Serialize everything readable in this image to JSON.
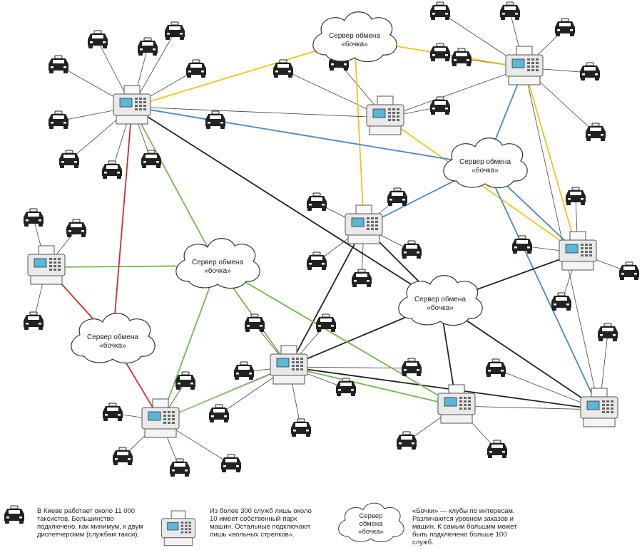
{
  "diagram": {
    "server_label_line1": "Сервер обмена",
    "server_label_line2": "«бочка»",
    "line_colors": {
      "taxi_link": "#444444",
      "yellow": "#f0c419",
      "blue": "#4a86c8",
      "green": "#72b94a",
      "light_green": "#a8d58c",
      "red": "#c9302c",
      "black": "#222222"
    },
    "icons": {
      "taxi": "taxi-car-icon",
      "dispatcher": "fax-machine-icon",
      "server": "cloud-icon"
    }
  },
  "legend": {
    "taxi_text": [
      "В Киеве работает около 11 000",
      "таксистов. Большинство",
      "подключено, как минимум, к двум",
      "диспетчерским (службам такси)."
    ],
    "dispatch_text": [
      "Из более 300 служб лишь около",
      "10 имеет собственный парк",
      "машин. Остальные подключают",
      "лишь «вольных стрелков»."
    ],
    "cloud_text": [
      "Сервер",
      "обмена",
      "«бочка»"
    ],
    "barrel_text": [
      "«Бочки» — клубы по интересам.",
      "Различаются уровнем заказов и",
      "машин. К самым большим может",
      "быть подключено больше 100",
      "служб."
    ]
  }
}
